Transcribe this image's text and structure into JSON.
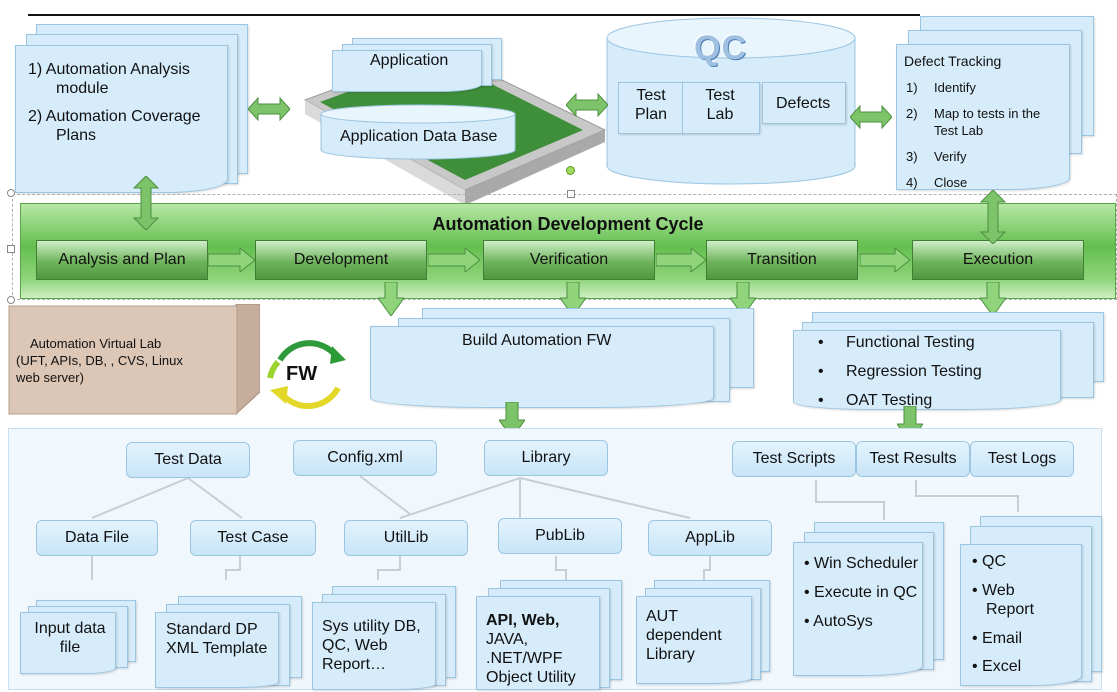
{
  "colors": {
    "panel": "#d6ecfa",
    "green": "#5fae4e",
    "band": "#8fd47b",
    "grey_tan": "#dcc6b5"
  },
  "top_left_doc": {
    "item1": "1) Automation Analysis",
    "item1b": "module",
    "item2": "2) Automation Coverage",
    "item2b": "Plans"
  },
  "application": {
    "label": "Application",
    "db_label": "Application Data Base"
  },
  "qc": {
    "logo": "QC",
    "test_plan": "Test Plan",
    "test_lab": "Test Lab",
    "defects": "Defects"
  },
  "defect_tracking": {
    "title": "Defect Tracking",
    "items": [
      {
        "n": "1)",
        "t": "Identify"
      },
      {
        "n": "2)",
        "t": "Map to tests in the"
      },
      {
        "n": "",
        "t": "Test Lab"
      },
      {
        "n": "3)",
        "t": "Verify"
      },
      {
        "n": "4)",
        "t": "Close"
      }
    ]
  },
  "cycle": {
    "title": "Automation Development Cycle",
    "stages": [
      "Analysis and Plan",
      "Development",
      "Verification",
      "Transition",
      "Execution"
    ]
  },
  "virtual_lab": {
    "line1": "Automation Virtual Lab",
    "line2": "(UFT, APIs, DB, , CVS, Linux",
    "line3": "web server)"
  },
  "fw_badge": "FW",
  "build_fw": "Build Automation FW",
  "testing": {
    "items": [
      "Functional Testing",
      "Regression Testing",
      "OAT Testing"
    ]
  },
  "bottom": {
    "test_data": "Test Data",
    "config": "Config.xml",
    "library": "Library",
    "test_scripts": "Test Scripts",
    "test_results": "Test Results",
    "test_logs": "Test Logs",
    "data_file": "Data File",
    "test_case": "Test Case",
    "utillib": "UtilLib",
    "publib": "PubLib",
    "applib": "AppLib",
    "input_data": "Input  data",
    "input_data2": "file",
    "std_dp": "Standard  DP",
    "std_dp2": "XML Template",
    "sys_util": "Sys utility DB,",
    "sys_util2": "QC, Web",
    "sys_util3": "Report…",
    "api_web": "API, Web,",
    "api2": "JAVA,",
    "api3": ".NET/WPF",
    "api4": "Object Utility",
    "aut": "AUT",
    "aut2": "dependent",
    "aut3": "Library",
    "scheduler": [
      "Win Scheduler",
      "Execute in QC",
      "AutoSys"
    ],
    "reports": [
      "QC",
      "Web",
      "Report",
      "Email",
      "Excel"
    ]
  }
}
